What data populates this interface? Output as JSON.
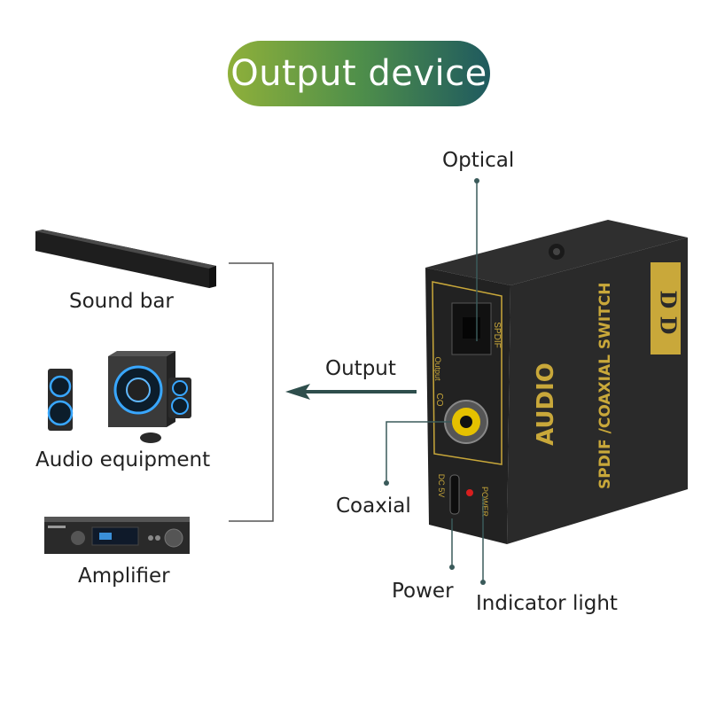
{
  "title": "Output device",
  "devices": [
    {
      "label": "Sound bar",
      "icon": "sound-bar-icon"
    },
    {
      "label": "Audio equipment",
      "icon": "speaker-system-icon"
    },
    {
      "label": "Amplifier",
      "icon": "amplifier-icon"
    }
  ],
  "arrow_label": "Output",
  "callouts": {
    "optical": "Optical",
    "coaxial": "Coaxial",
    "power": "Power",
    "indicator": "Indicator light"
  },
  "product": {
    "brand": "D D",
    "model_text": "SPDIF /COAXIAL SWITCH",
    "audio_text": "AUDIO",
    "panel_spdif": "SPDIF",
    "panel_output": "Output",
    "panel_co": "CO",
    "panel_dc": "DC 5V",
    "panel_power": "POWER"
  },
  "colors": {
    "pill_start": "#8fb03a",
    "pill_end": "#1f5a5f",
    "arrow": "#2e4e4c",
    "gold": "#c9a83a",
    "device_body": "#2b2b2b"
  }
}
